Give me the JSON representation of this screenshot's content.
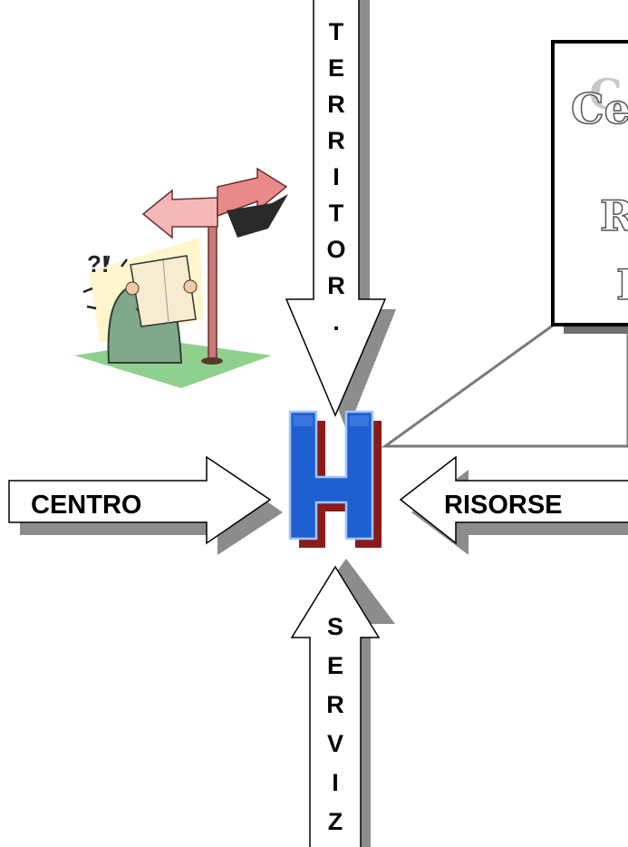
{
  "diagram": {
    "arrows": {
      "top": {
        "label_letters": [
          "T",
          "E",
          "R",
          "R",
          "I",
          "T",
          "O",
          "R",
          "."
        ]
      },
      "left": {
        "label": "CENTRO"
      },
      "right": {
        "label": "RISORSE"
      },
      "bottom": {
        "label_letters": [
          "S",
          "E",
          "R",
          "V",
          "I",
          "Z"
        ]
      }
    },
    "hub": {
      "letter": "H"
    },
    "callout": {
      "lines": [
        "Ce",
        "Ri",
        "I"
      ]
    }
  },
  "colors": {
    "hub_blue": "#1f5fd0",
    "hub_shadow": "#8b1a1a",
    "arrow_shadow": "#8c8c8c",
    "ground": "#8fd08f"
  }
}
